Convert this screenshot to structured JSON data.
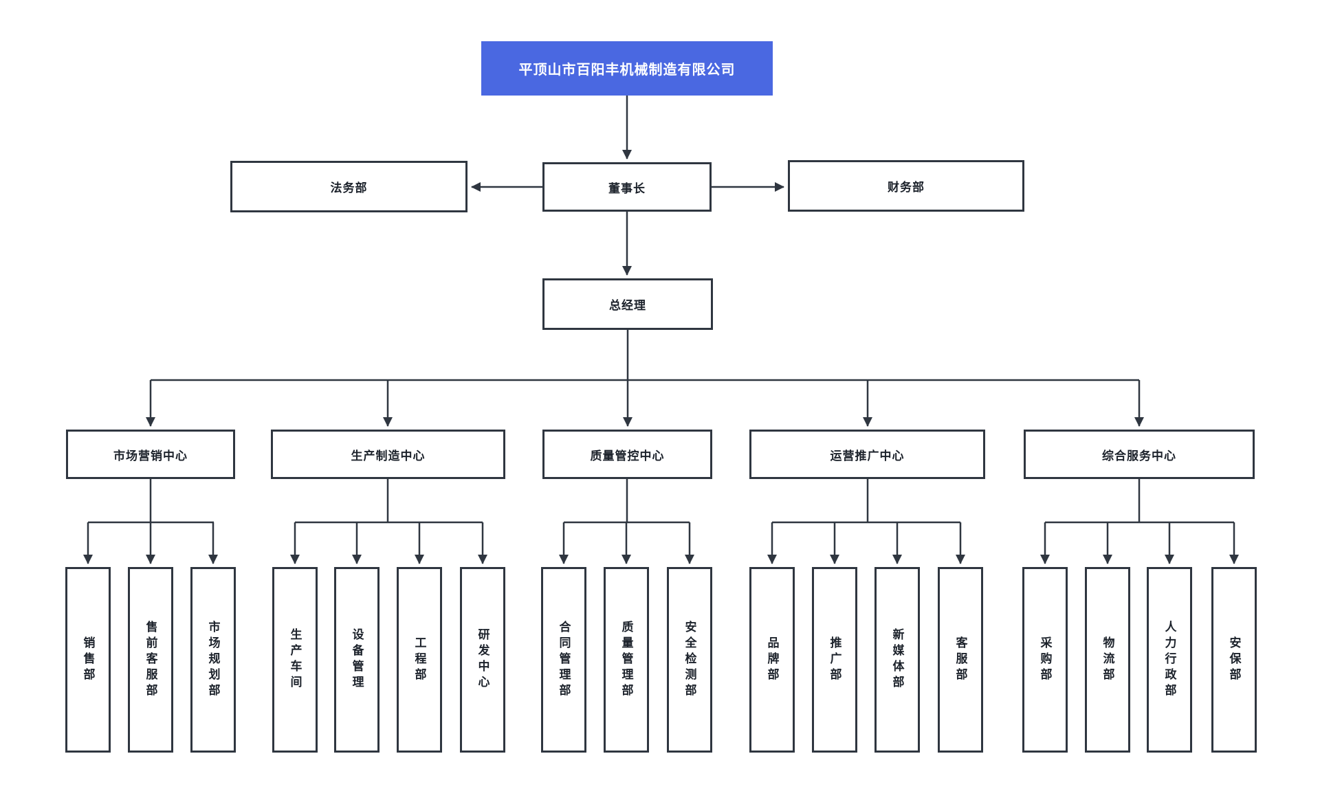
{
  "org_chart": {
    "title": "平顶山市百阳丰机械制造有限公司",
    "chairman": "董事长",
    "chairman_staff": {
      "left": "法务部",
      "right": "财务部"
    },
    "general_manager": "总经理",
    "centers": [
      {
        "label": "市场营销中心",
        "departments": [
          "销售部",
          "售前客服部",
          "市场规划部"
        ]
      },
      {
        "label": "生产制造中心",
        "departments": [
          "生产车间",
          "设备管理",
          "工程部",
          "研发中心"
        ]
      },
      {
        "label": "质量管控中心",
        "departments": [
          "合同管理部",
          "质量管理部",
          "安全检测部"
        ]
      },
      {
        "label": "运营推广中心",
        "departments": [
          "品牌部",
          "推广部",
          "新媒体部",
          "客服部"
        ]
      },
      {
        "label": "综合服务中心",
        "departments": [
          "采购部",
          "物流部",
          "人力行政部",
          "安保部"
        ]
      }
    ],
    "colors": {
      "root_fill": "#4a68e1",
      "root_text": "#ffffff",
      "box_border": "#2f3640",
      "line": "#2f3640",
      "text": "#1c222b",
      "background": "#ffffff"
    }
  }
}
